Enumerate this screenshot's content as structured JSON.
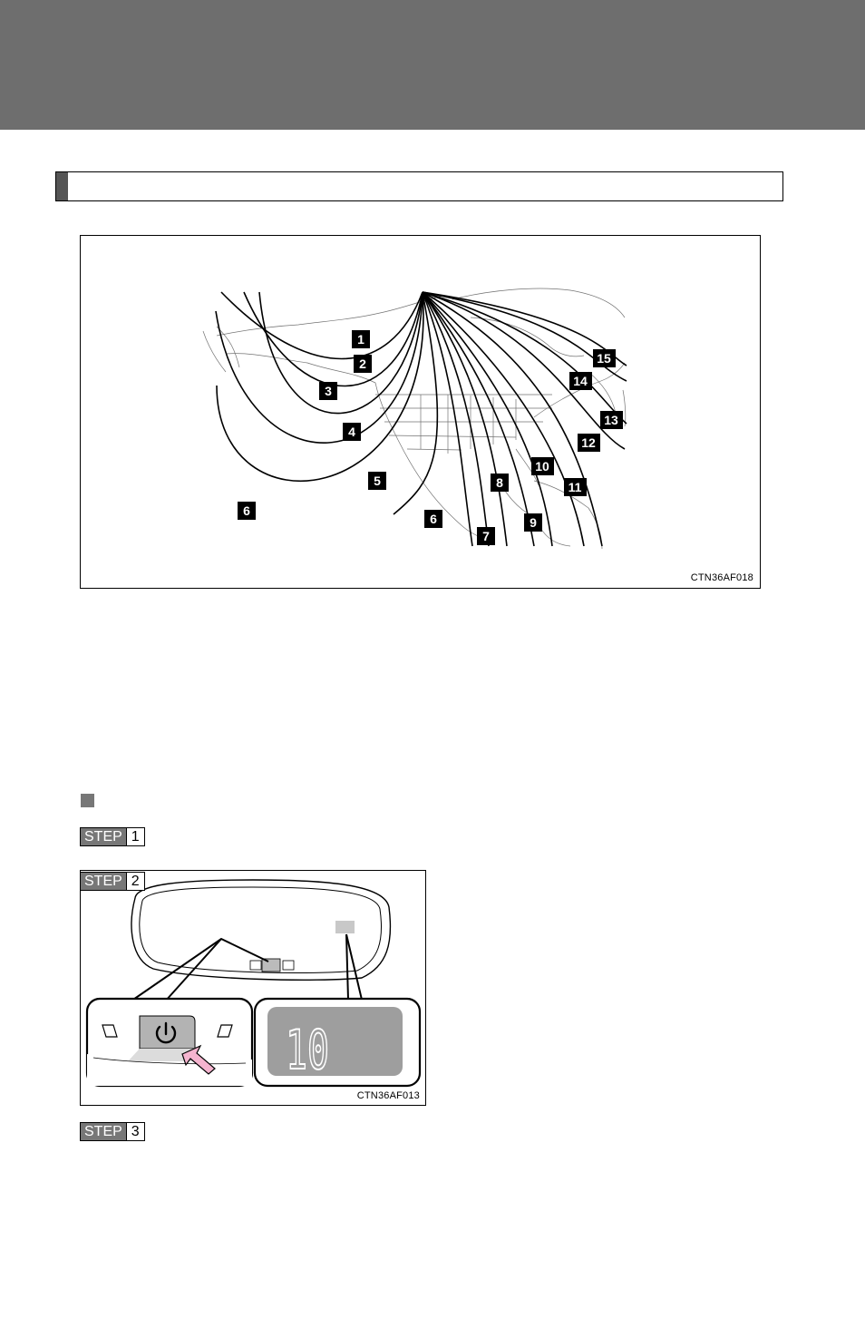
{
  "map_figure": {
    "code": "CTN36AF018",
    "zones": [
      "1",
      "2",
      "3",
      "4",
      "5",
      "6",
      "6",
      "7",
      "8",
      "9",
      "10",
      "11",
      "12",
      "13",
      "14",
      "15"
    ]
  },
  "steps": [
    {
      "label": "STEP",
      "number": "1"
    },
    {
      "label": "STEP",
      "number": "2"
    },
    {
      "label": "STEP",
      "number": "3"
    }
  ],
  "mirror_figure": {
    "code": "CTN36AF013",
    "display_value": "10",
    "icons": [
      "power-icon",
      "compass-sensor-icon"
    ]
  }
}
